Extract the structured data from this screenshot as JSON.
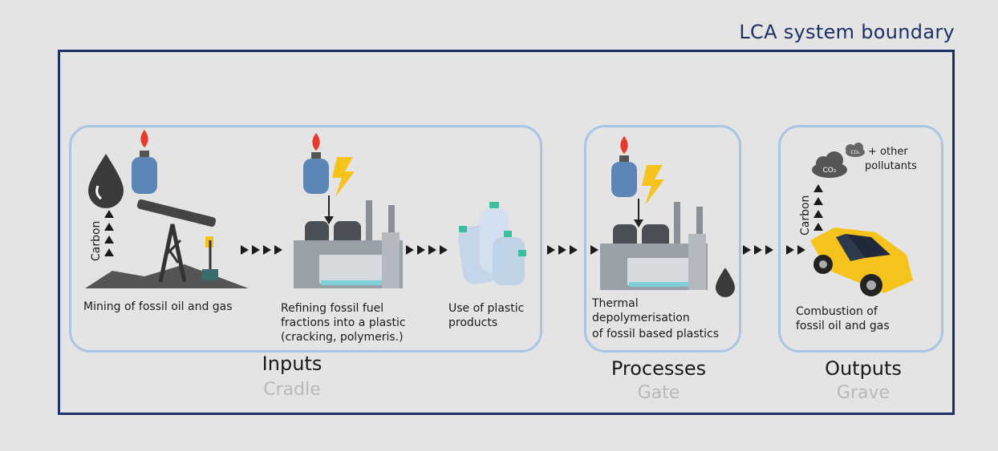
{
  "boundary": {
    "title": "LCA system boundary"
  },
  "stages": {
    "inputs": {
      "title": "Inputs",
      "subtitle": "Cradle"
    },
    "processes": {
      "title": "Processes",
      "subtitle": "Gate"
    },
    "outputs": {
      "title": "Outputs",
      "subtitle": "Grave"
    }
  },
  "steps": {
    "mining": "Mining of fossil oil and gas",
    "refining": [
      "Refining fossil fuel",
      "fractions into a plastic",
      "(cracking, polymeris.)"
    ],
    "use": [
      "Use of plastic",
      "products"
    ],
    "thermal": [
      "Thermal",
      "depolymerisation",
      "of fossil based plastics"
    ],
    "combustion": [
      "Combustion of",
      "fossil oil and gas"
    ]
  },
  "emissions": {
    "carbon_label": "Carbon",
    "co2": "CO₂",
    "co2_small": "CO₂",
    "other": [
      "+ other",
      "pollutants"
    ]
  },
  "colors": {
    "boundary": "#1f3066",
    "box_border": "#a9c5e3",
    "cylinder": "#5b86b5",
    "flame": "#e8392a",
    "lightning": "#f6c21c",
    "factory": "#8a8f96",
    "car": "#f6c21c",
    "bottle": "#c5d6ea"
  }
}
